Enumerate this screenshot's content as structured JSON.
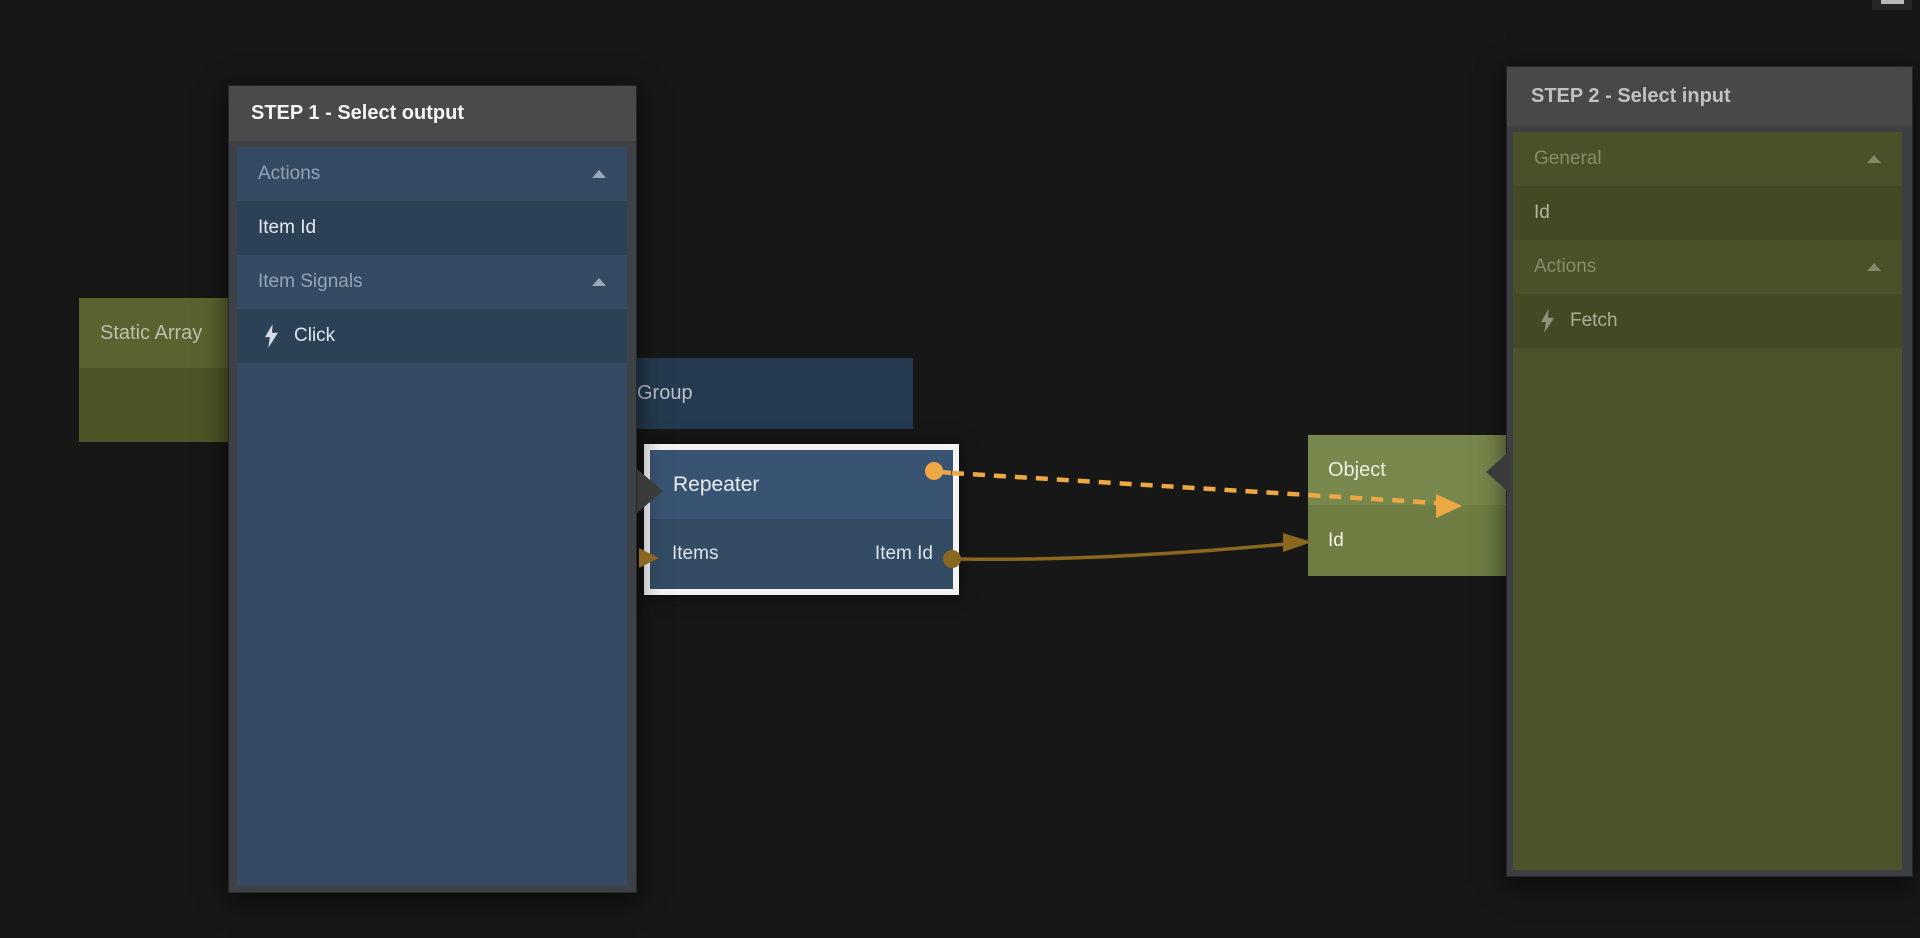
{
  "step1": {
    "title": "STEP 1 - Select output",
    "rows": [
      {
        "label": "Actions",
        "type": "category",
        "collapse_icon": "chevron-up"
      },
      {
        "label": "Item Id",
        "type": "item"
      },
      {
        "label": "Item Signals",
        "type": "category",
        "collapse_icon": "chevron-up"
      },
      {
        "label": "Click",
        "type": "signal",
        "icon": "lightning-bolt"
      }
    ]
  },
  "step2": {
    "title": "STEP 2 - Select input",
    "rows": [
      {
        "label": "General",
        "type": "category",
        "collapse_icon": "chevron-up"
      },
      {
        "label": "Id",
        "type": "item"
      },
      {
        "label": "Actions",
        "type": "category",
        "collapse_icon": "chevron-up"
      },
      {
        "label": "Fetch",
        "type": "signal",
        "icon": "lightning-bolt"
      }
    ]
  },
  "nodes": {
    "static_array": {
      "title": "Static Array"
    },
    "group": {
      "title": "Group"
    },
    "repeater": {
      "title": "Repeater",
      "input_port": "Items",
      "output_port": "Item Id"
    },
    "object": {
      "title": "Object",
      "input_port": "Id"
    }
  },
  "connections": [
    {
      "from_node": "Repeater",
      "to_node": "Object",
      "style": "dashed",
      "color": "#eda843"
    },
    {
      "from_port": "Item Id",
      "to_port": "Id",
      "style": "solid",
      "color": "#8a671e"
    }
  ],
  "colors": {
    "canvas_background": "#171717",
    "dashed_connection": "#eda843",
    "solid_connection": "#8a671e",
    "panel_pointer": "#3b3b3b",
    "selected_node_border": "#f3f3f3"
  }
}
